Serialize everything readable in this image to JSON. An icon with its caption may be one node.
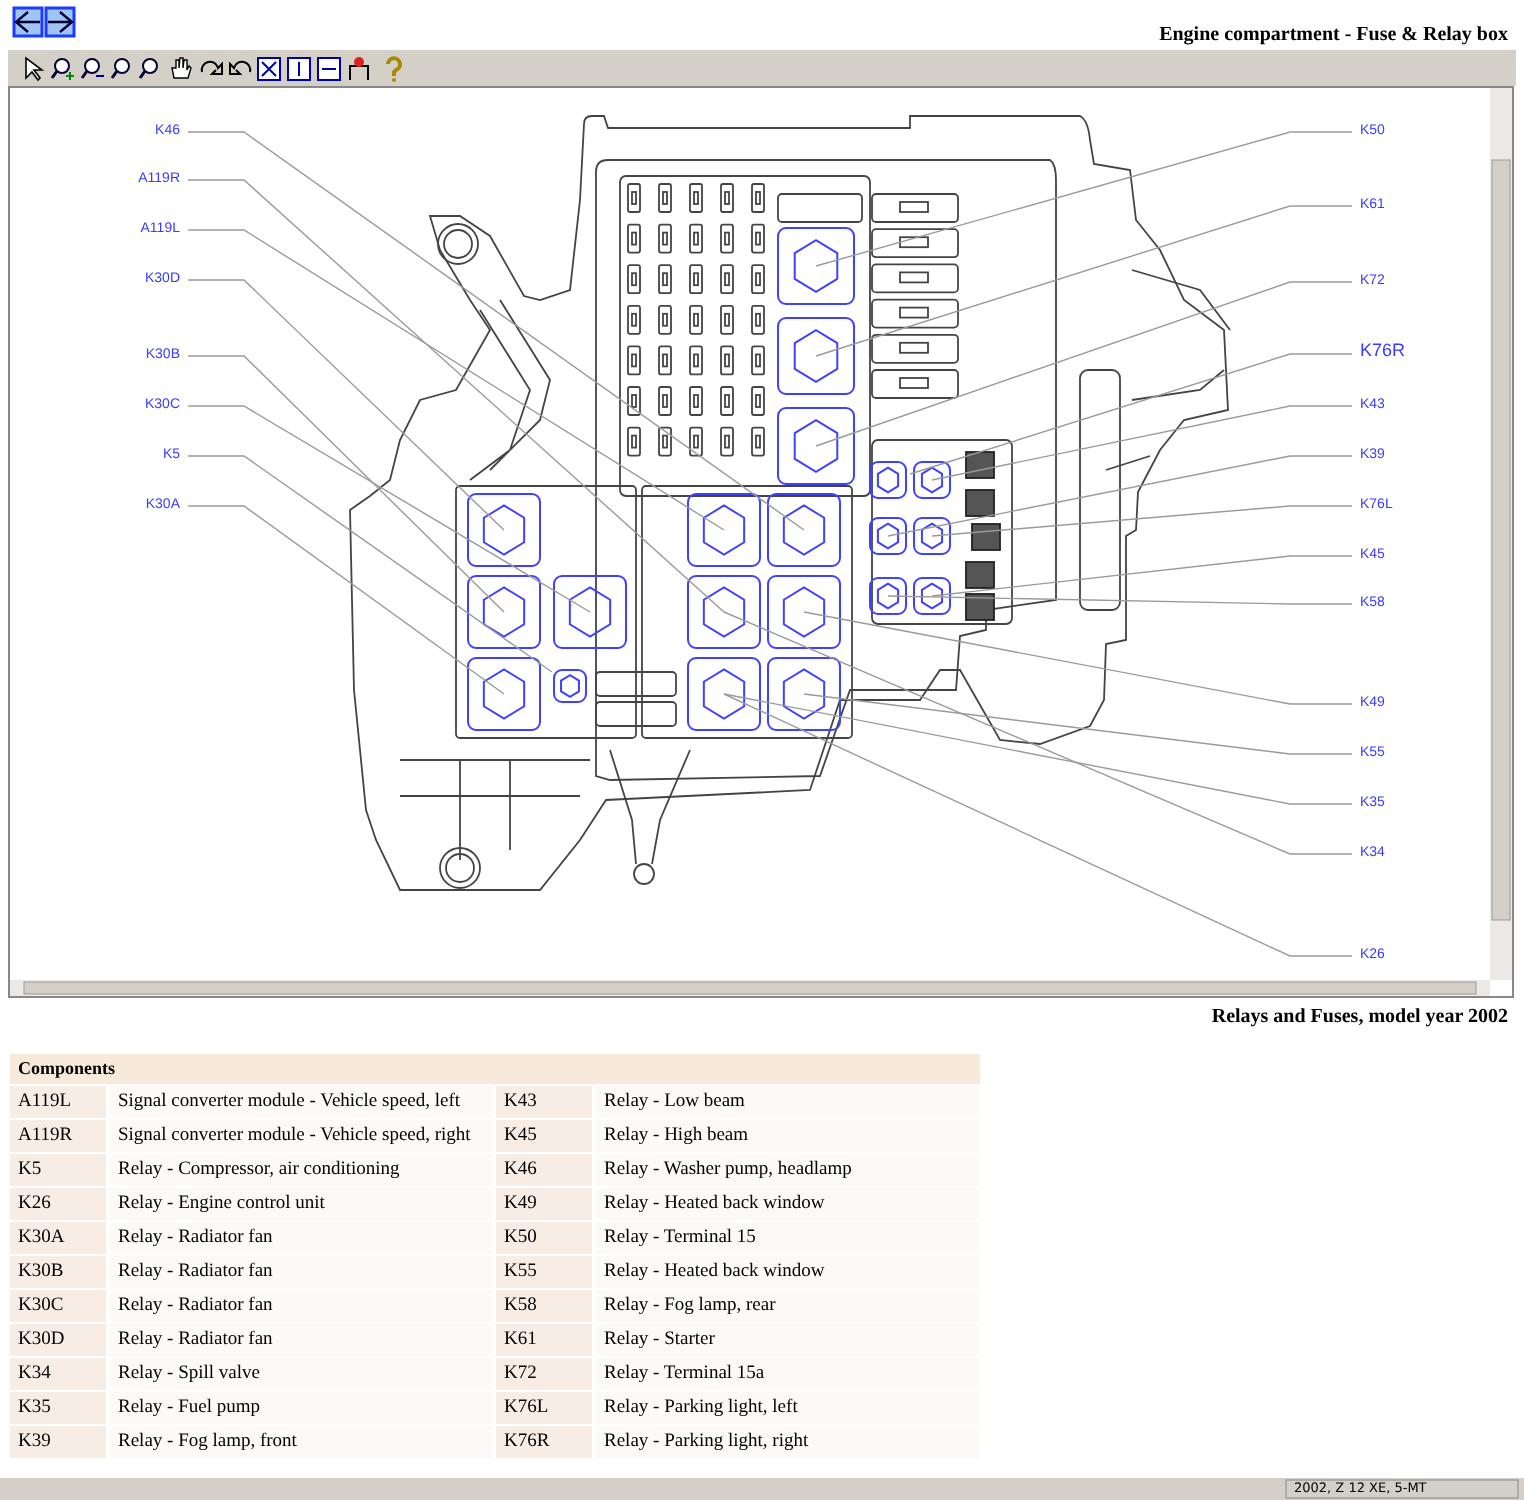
{
  "diagram": {
    "title": "Engine compartment - Fuse & Relay box",
    "caption": "Relays and Fuses, model year 2002",
    "nodes": [
      {
        "text": [
          "K46"
        ]
      },
      {
        "text": [
          "A119R"
        ]
      },
      {
        "text": [
          "A119L"
        ]
      },
      {
        "text": [
          "K30D"
        ]
      },
      {
        "text": [
          "K30B"
        ]
      },
      {
        "text": [
          "K30C"
        ]
      },
      {
        "text": [
          "K5"
        ]
      },
      {
        "text": [
          "K30A"
        ]
      },
      {
        "text": [
          "K50"
        ]
      },
      {
        "text": [
          "K61"
        ]
      },
      {
        "text": [
          "K72"
        ]
      },
      {
        "text": [
          "K76R"
        ]
      },
      {
        "text": [
          "K43"
        ]
      },
      {
        "text": [
          "K39"
        ]
      },
      {
        "text": [
          "K76L"
        ]
      },
      {
        "text": [
          "K45"
        ]
      },
      {
        "text": [
          "K58"
        ]
      },
      {
        "text": [
          "K49"
        ]
      },
      {
        "text": [
          "K55"
        ]
      },
      {
        "text": [
          "K35"
        ]
      },
      {
        "text": [
          "K34"
        ]
      },
      {
        "text": [
          "K26"
        ]
      }
    ],
    "edges": [
      {
        "from": 0,
        "to": null,
        "arrow": "none"
      },
      {
        "from": 1,
        "to": null,
        "arrow": "none"
      },
      {
        "from": 2,
        "to": null,
        "arrow": "none"
      },
      {
        "from": 3,
        "to": null,
        "arrow": "none"
      },
      {
        "from": 4,
        "to": null,
        "arrow": "none"
      },
      {
        "from": 5,
        "to": null,
        "arrow": "none"
      },
      {
        "from": 6,
        "to": null,
        "arrow": "none"
      },
      {
        "from": 7,
        "to": null,
        "arrow": "none"
      },
      {
        "from": 8,
        "to": null,
        "arrow": "none"
      },
      {
        "from": 9,
        "to": null,
        "arrow": "none"
      },
      {
        "from": 10,
        "to": null,
        "arrow": "none"
      },
      {
        "from": 11,
        "to": null,
        "arrow": "none"
      },
      {
        "from": 12,
        "to": null,
        "arrow": "none"
      },
      {
        "from": 13,
        "to": null,
        "arrow": "none"
      },
      {
        "from": 14,
        "to": null,
        "arrow": "none"
      },
      {
        "from": 15,
        "to": null,
        "arrow": "none"
      },
      {
        "from": 16,
        "to": null,
        "arrow": "none"
      },
      {
        "from": 17,
        "to": null,
        "arrow": "none"
      },
      {
        "from": 18,
        "to": null,
        "arrow": "none"
      },
      {
        "from": 19,
        "to": null,
        "arrow": "none"
      },
      {
        "from": 20,
        "to": null,
        "arrow": "none"
      },
      {
        "from": 21,
        "to": null,
        "arrow": "none"
      }
    ],
    "labels": [
      "Components",
      "A119L",
      "Signal converter module - Vehicle speed, left",
      "K43",
      "Relay - Low beam",
      "A119R",
      "Signal converter module - Vehicle speed, right",
      "K45",
      "Relay - High beam",
      "K5",
      "Relay - Compressor, air conditioning",
      "K46",
      "Relay - Washer pump, headlamp",
      "K26",
      "Relay - Engine control unit",
      "K49",
      "Relay - Heated back window",
      "K30A",
      "Relay - Radiator fan",
      "K50",
      "Relay - Terminal 15",
      "K30B",
      "Relay - Radiator fan",
      "K55",
      "Relay - Heated back window",
      "K30C",
      "Relay - Radiator fan",
      "K58",
      "Relay - Fog lamp, rear",
      "K30D",
      "Relay - Radiator fan",
      "K61",
      "Relay - Starter",
      "K34",
      "Relay - Spill valve",
      "K72",
      "Relay - Terminal 15a",
      "K35",
      "Relay - Fuel pump",
      "K76L",
      "Relay - Parking light, left",
      "K39",
      "Relay - Fog lamp, front",
      "K76R",
      "Relay - Parking light, right",
      "2002, Z 12 XE, 5-MT"
    ]
  }
}
